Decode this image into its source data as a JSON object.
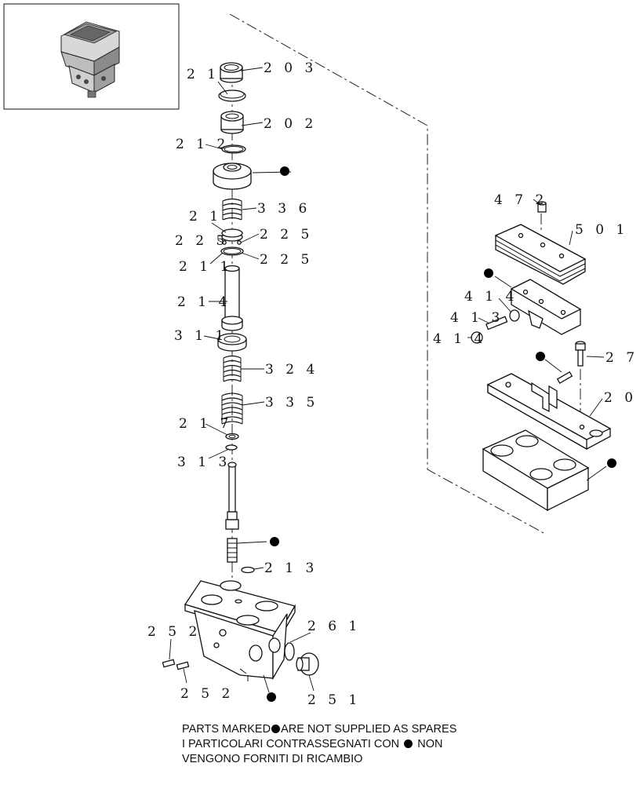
{
  "callouts": [
    {
      "id": "c203",
      "text": "2 0 3"
    },
    {
      "id": "c21a",
      "text": "2 1"
    },
    {
      "id": "c202",
      "text": "2 0 2"
    },
    {
      "id": "c212",
      "text": "2 1 2"
    },
    {
      "id": "c336",
      "text": "3 3 6"
    },
    {
      "id": "c21b",
      "text": "2 1"
    },
    {
      "id": "c225a",
      "text": "2 2 5"
    },
    {
      "id": "c225b",
      "text": "2 2 5"
    },
    {
      "id": "c211",
      "text": "2 1 1"
    },
    {
      "id": "c225c",
      "text": "2 2 5"
    },
    {
      "id": "c214",
      "text": "2 1 4"
    },
    {
      "id": "c311",
      "text": "3 1 1"
    },
    {
      "id": "c324",
      "text": "3 2 4"
    },
    {
      "id": "c335",
      "text": "3 3 5"
    },
    {
      "id": "c217",
      "text": "2 1 7"
    },
    {
      "id": "c313",
      "text": "3 1 3"
    },
    {
      "id": "c213",
      "text": "2 1 3"
    },
    {
      "id": "c252a",
      "text": "2 5 2"
    },
    {
      "id": "c261",
      "text": "2 6 1"
    },
    {
      "id": "c252b",
      "text": "2 5 2"
    },
    {
      "id": "c251",
      "text": "2 5 1"
    },
    {
      "id": "c472",
      "text": "4 7 2"
    },
    {
      "id": "c501",
      "text": "5 0 1"
    },
    {
      "id": "c414a",
      "text": "4 1 4"
    },
    {
      "id": "c413",
      "text": "4 1 3"
    },
    {
      "id": "c414b",
      "text": "4 1 4"
    },
    {
      "id": "c27",
      "text": "2 7"
    },
    {
      "id": "c20",
      "text": "2 0"
    }
  ],
  "notes": {
    "line1_prefix": "PARTS MARKED",
    "line1_suffix": "ARE NOT SUPPLIED AS SPARES",
    "line2_prefix": "I PARTICOLARI  CONTRASSEGNATI  CON",
    "line2_suffix": "NON",
    "line3": "VENGONO FORNITI DI RICAMBIO"
  },
  "symbols": {
    "not_supplied_marker": "filled-circle",
    "marker_color": "#000000",
    "line_color": "#111111"
  }
}
